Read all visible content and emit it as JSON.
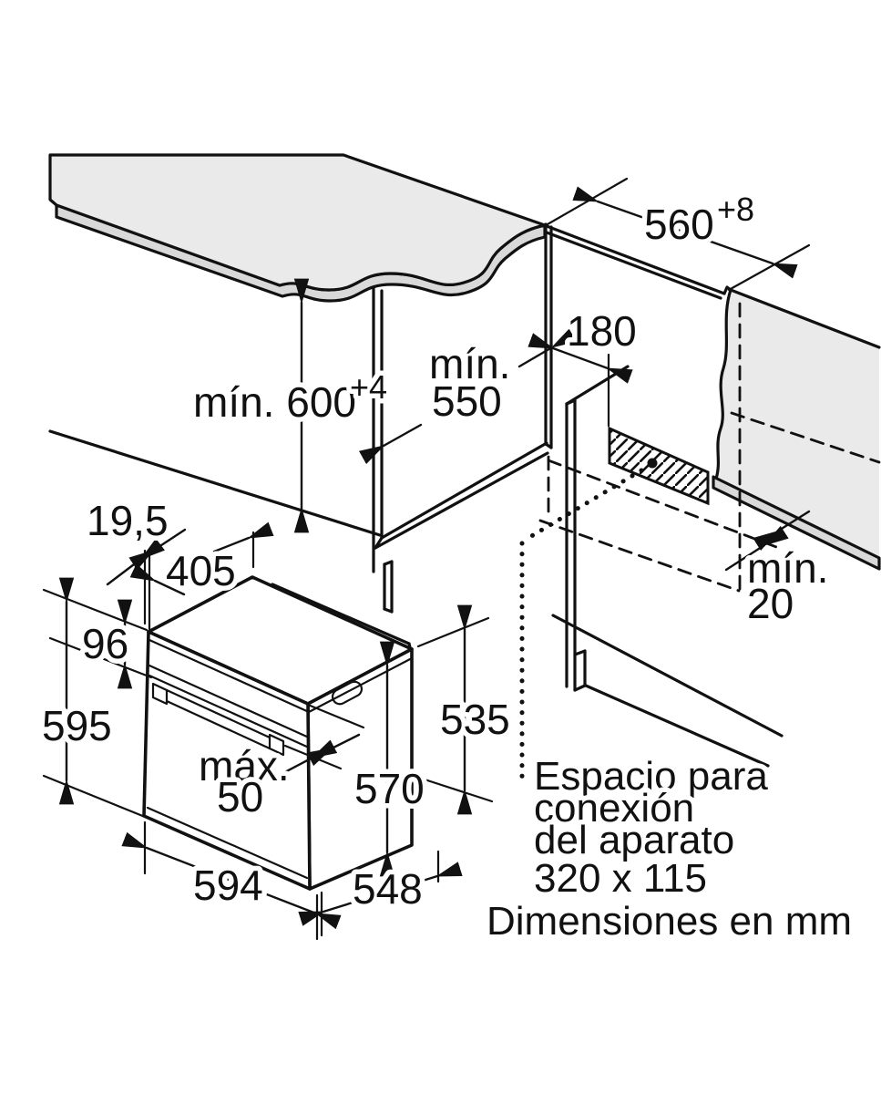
{
  "figure": {
    "type": "oven-installation-diagram",
    "dimensions": {
      "niche_top_depth": {
        "value": "560",
        "tolerance": "+8"
      },
      "niche_height": {
        "value": "mín. 600",
        "tolerance": "+4"
      },
      "niche_depth": {
        "word": "mín.",
        "value": "550"
      },
      "outlet_offset": {
        "value": "180"
      },
      "rear_gap": {
        "word": "mín.",
        "value": "20"
      },
      "top_trim": {
        "value": "19,5"
      },
      "top_recess_depth": {
        "value": "405"
      },
      "panel_height": {
        "value": "96"
      },
      "oven_height": {
        "value": "595"
      },
      "handle_depth": {
        "word": "máx.",
        "value": "50"
      },
      "front_height": {
        "value": "570"
      },
      "body_height": {
        "value": "535"
      },
      "oven_width": {
        "value": "594"
      },
      "body_depth": {
        "value": "548"
      }
    },
    "connection_note": {
      "line1": "Espacio para",
      "line2": "conexión",
      "line3": "del aparato",
      "line4": "320 x 115"
    },
    "unit_note": "Dimensiones en mm",
    "colors": {
      "line": "#111111",
      "surface": "#eaeaea",
      "edge_band": "#d9d9d9",
      "background": "#ffffff"
    }
  }
}
